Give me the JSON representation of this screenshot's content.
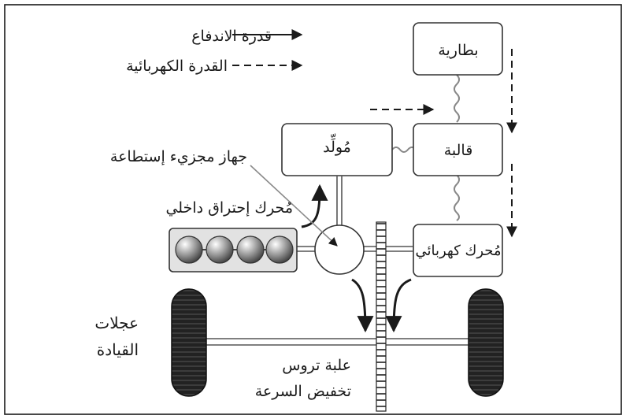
{
  "legend": {
    "thrust_power": "قدرة الاندفاع",
    "electric_power": "القدرة الكهربائية"
  },
  "components": {
    "battery": "بطارية",
    "inverter": "قالبة",
    "generator": "مُولِّد",
    "electric_motor": "مُحرك  كهربائي",
    "engine": "مُحرك إحتراق داخلي",
    "power_split_device": "جهاز مجزيء إستطاعة",
    "drive_wheels_line1": "عجلات",
    "drive_wheels_line2": "القيادة",
    "reduction_gear_line1": "علبة تروس",
    "reduction_gear_line2": "تخفيض السرعة"
  },
  "colors": {
    "line": "#1a1a1a",
    "box_border": "#333333",
    "wavy_wire": "#888888",
    "engine_fill": "#e2e2e2"
  }
}
